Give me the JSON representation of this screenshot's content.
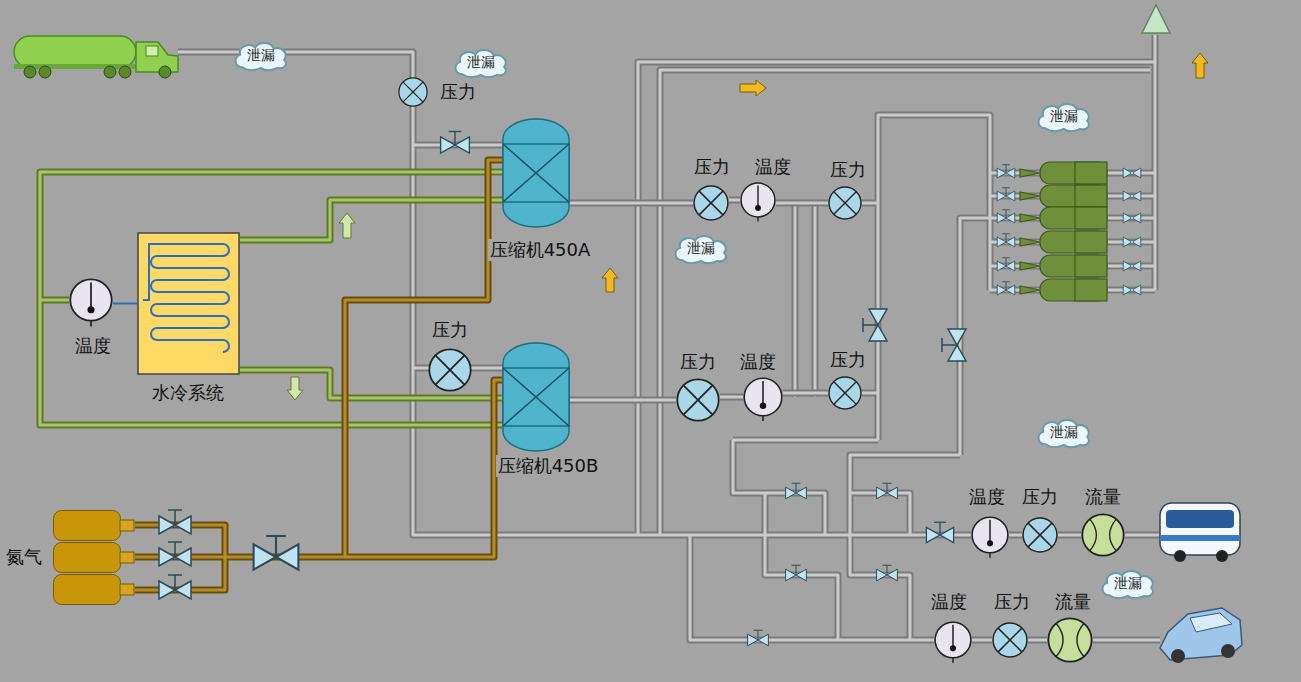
{
  "diagram": {
    "nodes": [
      {
        "text": [
          "泄漏"
        ]
      },
      {
        "text": [
          "泄漏"
        ]
      },
      {
        "text": [
          "压力"
        ]
      },
      {
        "text": [
          "压缩机450A"
        ]
      },
      {
        "text": [
          "压力"
        ]
      },
      {
        "text": [
          "温度"
        ]
      },
      {
        "text": [
          "压力"
        ]
      },
      {
        "text": [
          "泄漏"
        ]
      },
      {
        "text": [
          "泄漏"
        ]
      },
      {
        "text": [
          "温度"
        ]
      },
      {
        "text": [
          "水冷系统"
        ]
      },
      {
        "text": [
          "压力"
        ]
      },
      {
        "text": [
          "压缩机450B"
        ]
      },
      {
        "text": [
          "压力"
        ]
      },
      {
        "text": [
          "温度"
        ]
      },
      {
        "text": [
          "压力"
        ]
      },
      {
        "text": [
          "泄漏"
        ]
      },
      {
        "text": [
          "温度"
        ]
      },
      {
        "text": [
          "压力"
        ]
      },
      {
        "text": [
          "流量"
        ]
      },
      {
        "text": [
          "氮气"
        ]
      },
      {
        "text": [
          "泄漏"
        ]
      },
      {
        "text": [
          "温度"
        ]
      },
      {
        "text": [
          "压力"
        ]
      },
      {
        "text": [
          "流量"
        ]
      }
    ],
    "edges": [
      {
        "from": 9,
        "to": 10,
        "arrow": "none"
      },
      {
        "from": 3,
        "to": 4,
        "arrow": "none"
      },
      {
        "from": 4,
        "to": 5,
        "arrow": "none"
      },
      {
        "from": 5,
        "to": 6,
        "arrow": "none"
      },
      {
        "from": 12,
        "to": 13,
        "arrow": "none"
      },
      {
        "from": 13,
        "to": 14,
        "arrow": "none"
      },
      {
        "from": 14,
        "to": 15,
        "arrow": "none"
      },
      {
        "from": 17,
        "to": 18,
        "arrow": "none"
      },
      {
        "from": 18,
        "to": 19,
        "arrow": "none"
      },
      {
        "from": 22,
        "to": 23,
        "arrow": "none"
      },
      {
        "from": 23,
        "to": 24,
        "arrow": "none"
      }
    ]
  }
}
